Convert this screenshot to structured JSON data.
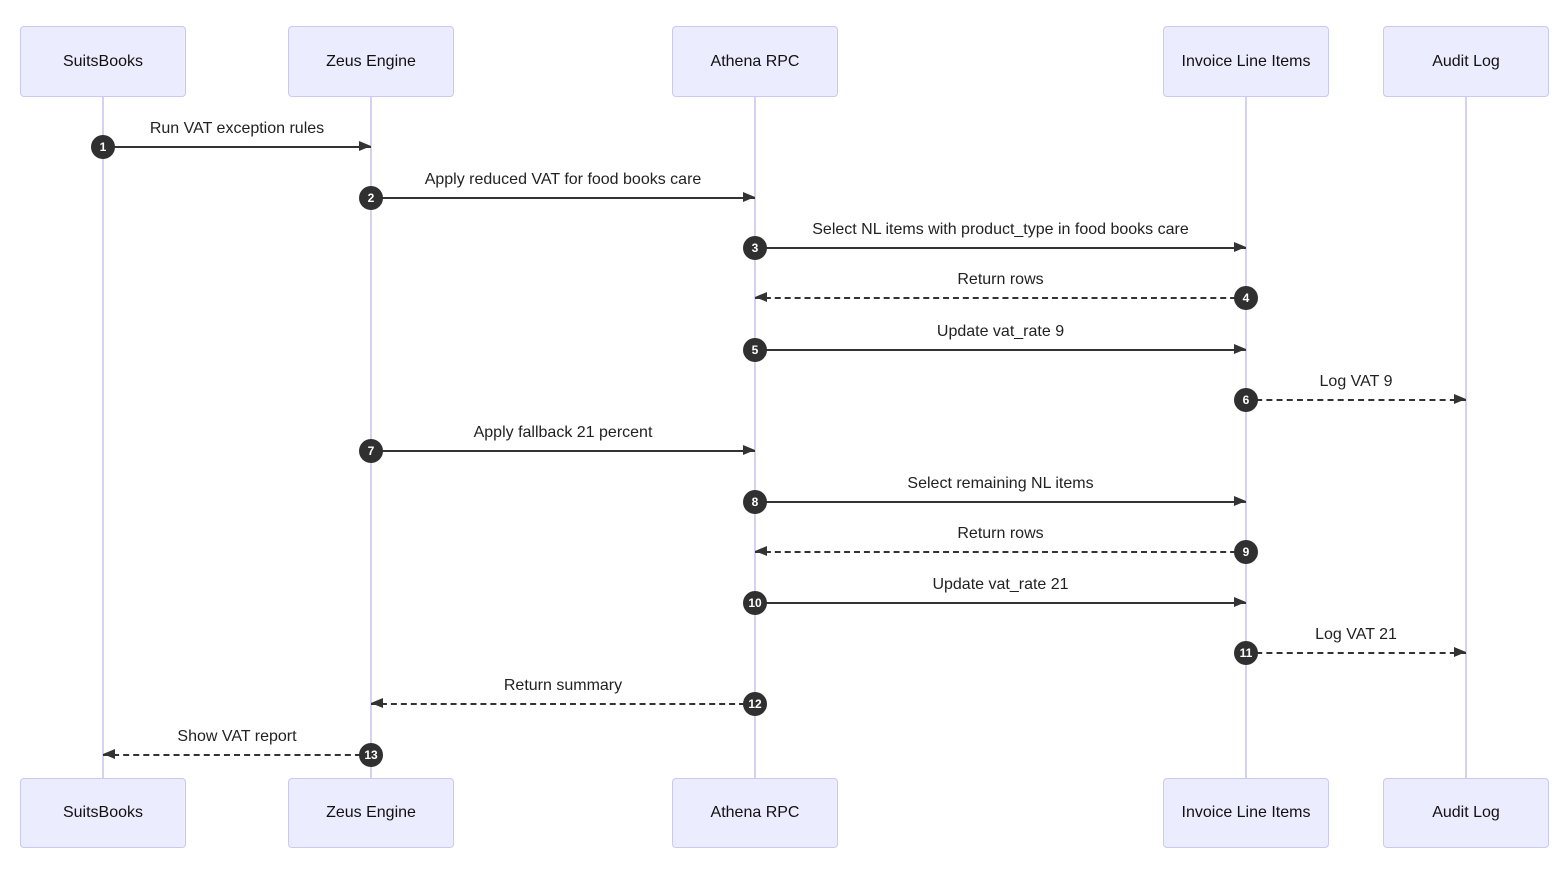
{
  "diagram": {
    "type": "sequence-diagram",
    "colors": {
      "actor_fill": "#ECECFF",
      "actor_border": "#c9c9f2",
      "lifeline": "#d3d3f0",
      "arrow": "#333333",
      "badge_bg": "#303030",
      "badge_text": "#ffffff",
      "background": "#ffffff"
    },
    "actors": [
      {
        "name": "SuitsBooks"
      },
      {
        "name": "Zeus Engine"
      },
      {
        "name": "Athena RPC"
      },
      {
        "name": "Invoice Line Items"
      },
      {
        "name": "Audit Log"
      }
    ],
    "messages": [
      {
        "seq": "1",
        "from": "SuitsBooks",
        "to": "Zeus Engine",
        "label": "Run VAT exception rules",
        "style": "solid"
      },
      {
        "seq": "2",
        "from": "Zeus Engine",
        "to": "Athena RPC",
        "label": "Apply reduced VAT for food books care",
        "style": "solid"
      },
      {
        "seq": "3",
        "from": "Athena RPC",
        "to": "Invoice Line Items",
        "label": "Select NL items with product_type in food books care",
        "style": "solid"
      },
      {
        "seq": "4",
        "from": "Invoice Line Items",
        "to": "Athena RPC",
        "label": "Return rows",
        "style": "dashed"
      },
      {
        "seq": "5",
        "from": "Athena RPC",
        "to": "Invoice Line Items",
        "label": "Update vat_rate 9",
        "style": "solid"
      },
      {
        "seq": "6",
        "from": "Invoice Line Items",
        "to": "Audit Log",
        "label": "Log VAT 9",
        "style": "dashed"
      },
      {
        "seq": "7",
        "from": "Zeus Engine",
        "to": "Athena RPC",
        "label": "Apply fallback 21 percent",
        "style": "solid"
      },
      {
        "seq": "8",
        "from": "Athena RPC",
        "to": "Invoice Line Items",
        "label": "Select remaining NL items",
        "style": "solid"
      },
      {
        "seq": "9",
        "from": "Invoice Line Items",
        "to": "Athena RPC",
        "label": "Return rows",
        "style": "dashed"
      },
      {
        "seq": "10",
        "from": "Athena RPC",
        "to": "Invoice Line Items",
        "label": "Update vat_rate 21",
        "style": "solid"
      },
      {
        "seq": "11",
        "from": "Invoice Line Items",
        "to": "Audit Log",
        "label": "Log VAT 21",
        "style": "dashed"
      },
      {
        "seq": "12",
        "from": "Athena RPC",
        "to": "Zeus Engine",
        "label": "Return summary",
        "style": "dashed"
      },
      {
        "seq": "13",
        "from": "Zeus Engine",
        "to": "SuitsBooks",
        "label": "Show VAT report",
        "style": "dashed"
      }
    ]
  }
}
